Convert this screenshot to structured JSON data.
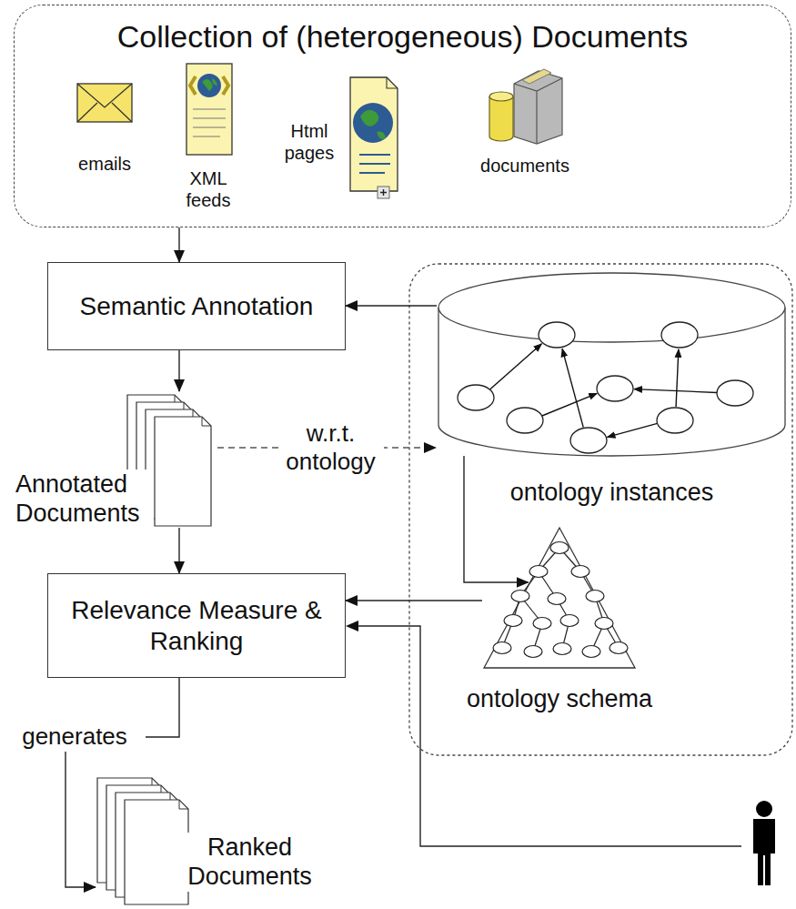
{
  "diagram": {
    "nodes": [
      {
        "text": [
          "Collection of (heterogeneous) Documents"
        ]
      },
      {
        "text": [
          "Semantic Annotation"
        ]
      },
      {
        "text": [
          "ontology instances"
        ]
      },
      {
        "text": [
          "Annotated Documents"
        ]
      },
      {
        "text": [
          "Relevance Measure & Ranking"
        ]
      },
      {
        "text": [
          "ontology schema"
        ]
      },
      {
        "text": [
          "Ranked Documents"
        ]
      }
    ],
    "edges": [
      {
        "from": 0,
        "to": 1,
        "arrow": "to"
      },
      {
        "from": 2,
        "to": 1,
        "arrow": "to"
      },
      {
        "from": 1,
        "to": 3,
        "arrow": "to"
      },
      {
        "from": 3,
        "to": 2,
        "label": "w.r.t. ontology",
        "arrow": "to"
      },
      {
        "from": 3,
        "to": 4,
        "arrow": "to"
      },
      {
        "from": 2,
        "to": 5,
        "arrow": "to"
      },
      {
        "from": 5,
        "to": 4,
        "arrow": "to"
      },
      {
        "from": 4,
        "to": 6,
        "label": "generates",
        "arrow": "to"
      }
    ],
    "labels": [
      "emails",
      "XML feeds",
      "Html pages",
      "documents"
    ]
  }
}
